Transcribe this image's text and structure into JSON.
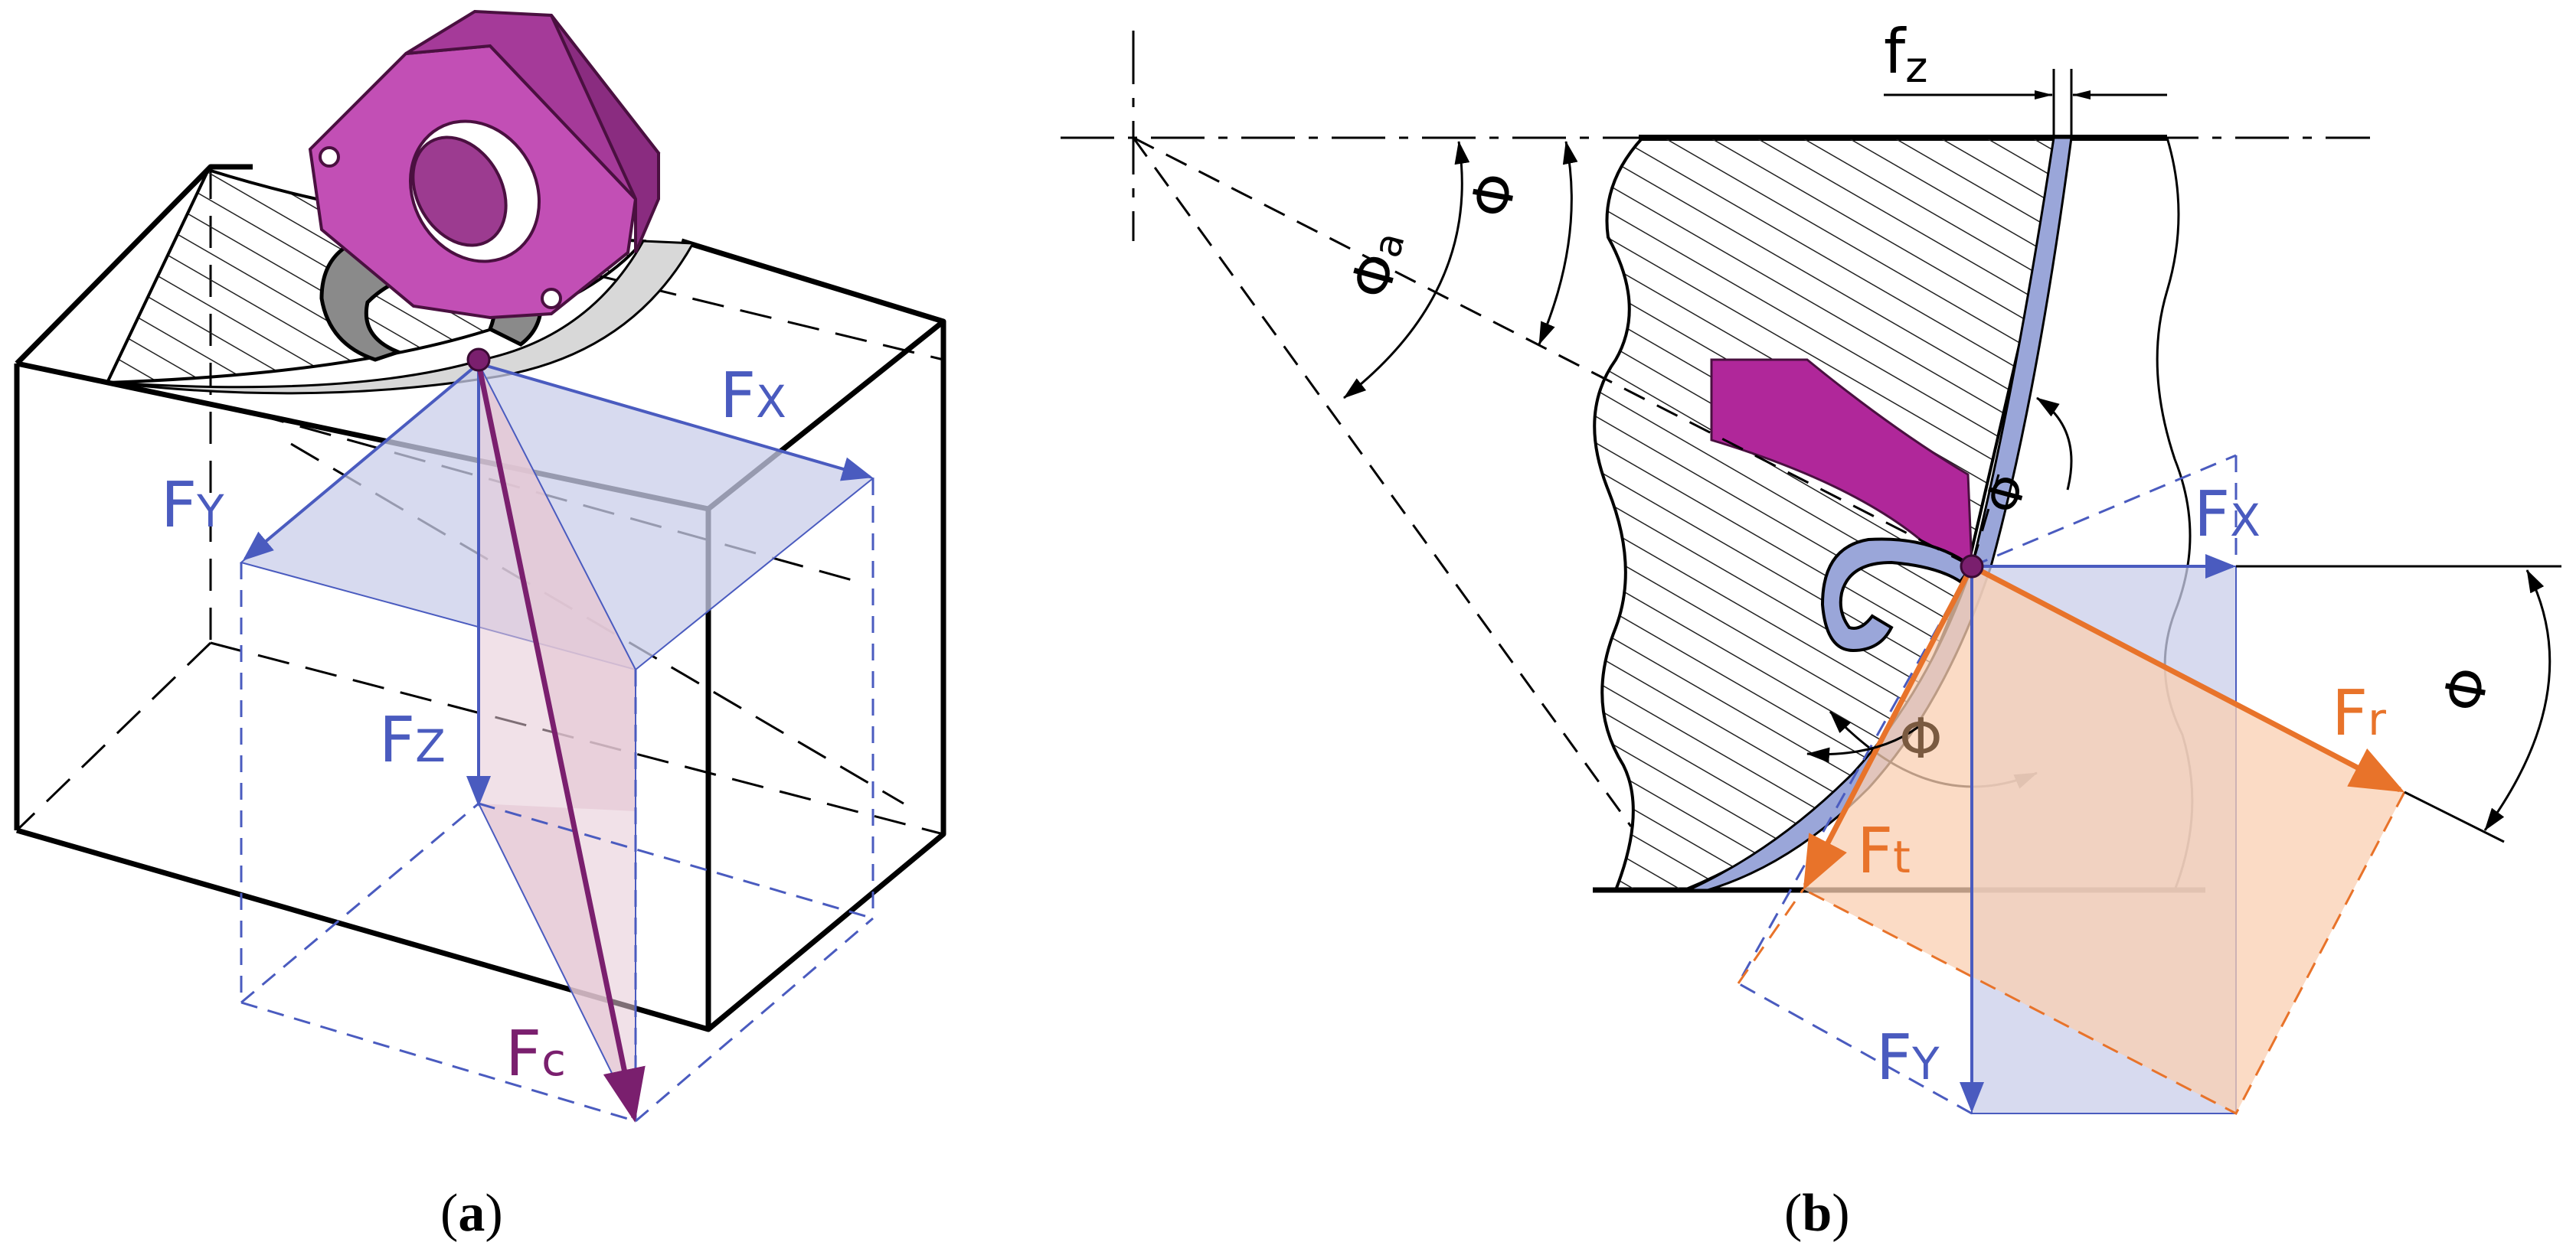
{
  "panel_a": {
    "labels": {
      "fx": "F",
      "fx_sub": "X",
      "fy": "F",
      "fy_sub": "Y",
      "fz": "F",
      "fz_sub": "Z",
      "fc": "F",
      "fc_sub": "c"
    },
    "caption": {
      "open": "(",
      "letter": "a",
      "close": ")"
    }
  },
  "panel_b": {
    "labels": {
      "fz": "f",
      "fz_sub": "z",
      "fx": "F",
      "fx_sub": "X",
      "fy": "F",
      "fy_sub": "Y",
      "fr": "F",
      "fr_sub": "r",
      "ft": "F",
      "ft_sub": "t",
      "phi": "Φ",
      "phi_a": "Φ",
      "phi_a_sub": "a"
    },
    "caption": {
      "open": "(",
      "letter": "b",
      "close": ")"
    }
  },
  "colors": {
    "force_blue": "#4a5bbf",
    "force_orange": "#e8732a",
    "resultant_purple": "#7a1f6e",
    "insert_magenta": "#b0279a",
    "chip_blue": "#9aa6d9",
    "plane_blue_fill": "#c9cdea",
    "plane_pink_fill": "#e6c9d6",
    "plane_orange_fill": "#f9cfb2"
  },
  "icons": {
    "panel_a_tool": "milling-insert-icon",
    "panel_b_tool": "cutting-edge-icon"
  }
}
